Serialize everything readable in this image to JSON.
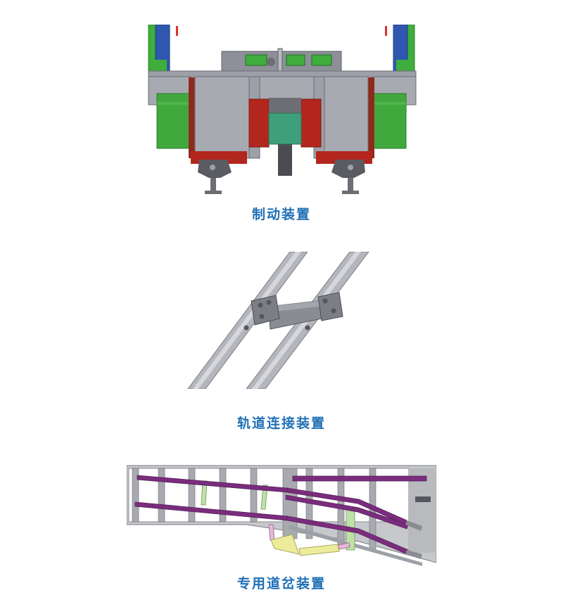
{
  "figures": [
    {
      "id": "brake",
      "caption": "制动装置"
    },
    {
      "id": "rail-connector",
      "caption": "轨道连接装置"
    },
    {
      "id": "turnout",
      "caption": "专用道岔装置"
    }
  ],
  "colors": {
    "caption_blue": "#1f6fb6",
    "steel_gray": "#a8aab2",
    "dark_gray": "#6c6e74",
    "green": "#3fae3c",
    "red": "#a8231c",
    "blue": "#2f57b0",
    "teal": "#3ea07a",
    "purple_rail": "#7a2d7c",
    "pale_green": "#bfe0a8",
    "pale_yellow": "#ecec9a",
    "pale_pink": "#e4b8d8"
  }
}
